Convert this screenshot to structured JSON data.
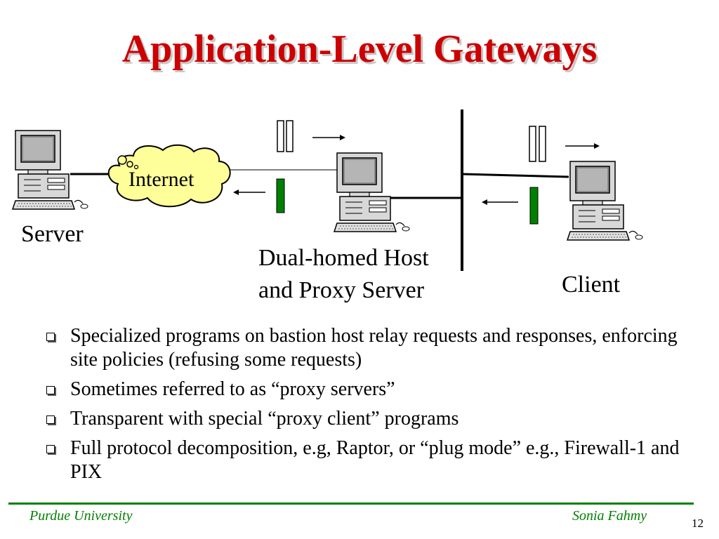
{
  "slide": {
    "title": "Application-Level Gateways",
    "page_number": "12"
  },
  "diagram": {
    "cloud_label": "Internet",
    "server_label": "Server",
    "host_label_line1": "Dual-homed Host",
    "host_label_line2": "and Proxy Server",
    "client_label": "Client",
    "icons": [
      "computer-icon",
      "cloud-icon",
      "packet-icon",
      "arrow-icon"
    ],
    "colors": {
      "cloud_fill": "#ffff99",
      "packet_fill": "#008000"
    }
  },
  "bullets": [
    "Specialized programs on bastion host relay requests and responses, enforcing site policies (refusing some requests)",
    "Sometimes referred to as “proxy servers”",
    "Transparent with special “proxy client” programs",
    "Full protocol decomposition, e.g, Raptor, or “plug mode” e.g., Firewall-1 and PIX"
  ],
  "footer": {
    "left": "Purdue University",
    "right": "Sonia Fahmy",
    "color": "#008000"
  },
  "colors": {
    "title": "#cc0000",
    "footer_rule": "#008000"
  }
}
